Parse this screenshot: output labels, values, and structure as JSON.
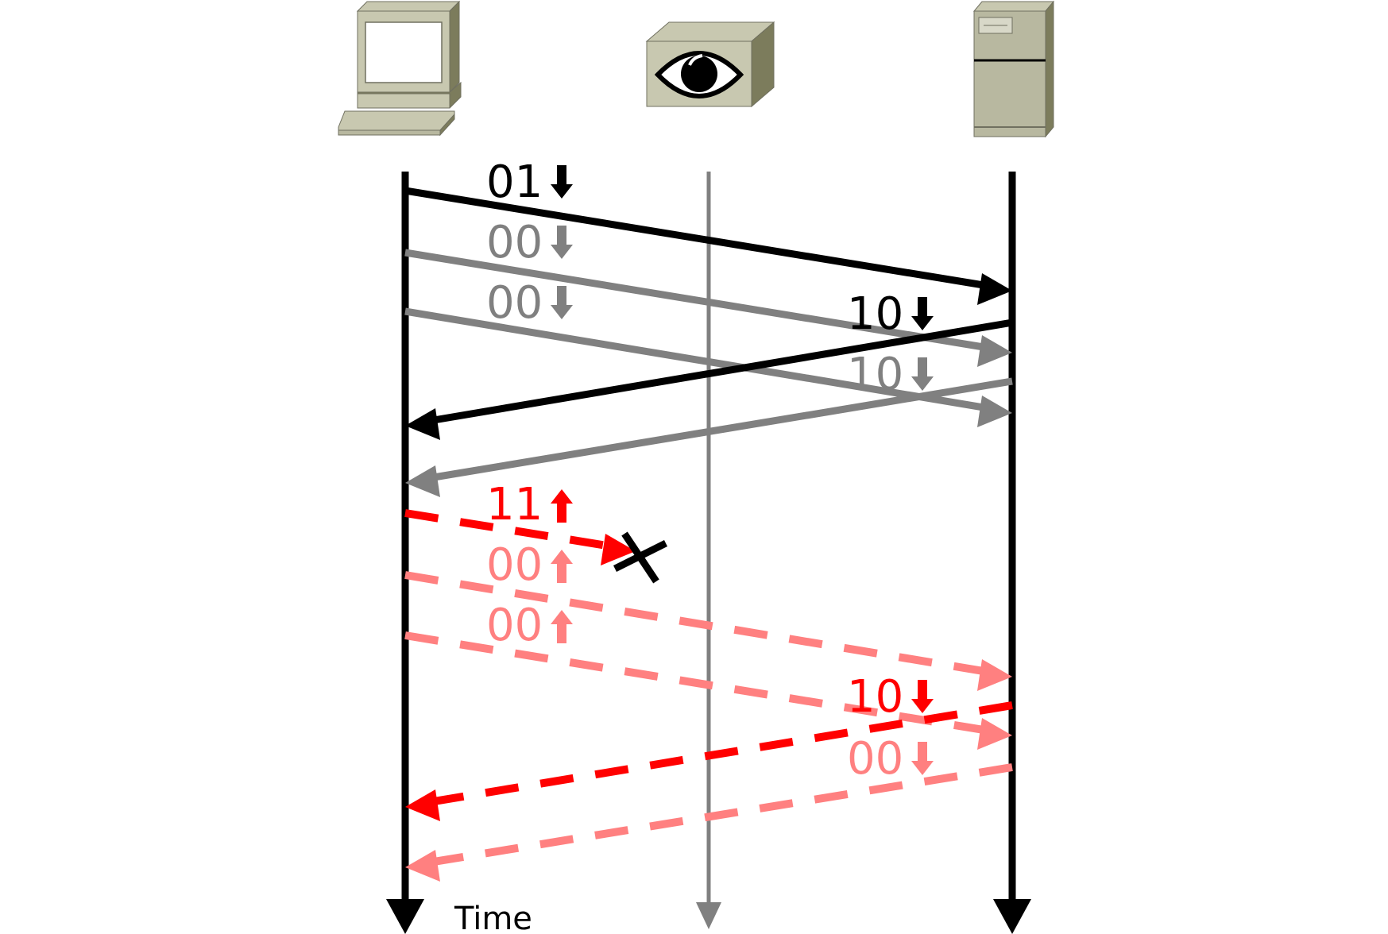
{
  "colors": {
    "black": "#000000",
    "gray": "#808080",
    "red": "#ff0000",
    "pink": "#ff8080",
    "device_body": "#c8c8b0",
    "device_side": "#7c7c5c"
  },
  "nodes": {
    "client": {
      "icon": "computer-icon"
    },
    "observer": {
      "icon": "eye-observer-icon"
    },
    "server": {
      "icon": "server-tower-icon"
    }
  },
  "time_label": "Time",
  "messages": [
    {
      "id": "m1",
      "label": "01",
      "direction_icon": "down-arrow-icon",
      "color": "black",
      "style": "solid"
    },
    {
      "id": "m2",
      "label": "00",
      "direction_icon": "down-arrow-icon",
      "color": "gray",
      "style": "solid"
    },
    {
      "id": "m3",
      "label": "00",
      "direction_icon": "down-arrow-icon",
      "color": "gray",
      "style": "solid"
    },
    {
      "id": "m4",
      "label": "10",
      "direction_icon": "down-arrow-icon",
      "color": "black",
      "style": "solid"
    },
    {
      "id": "m5",
      "label": "10",
      "direction_icon": "down-arrow-icon",
      "color": "gray",
      "style": "solid"
    },
    {
      "id": "m6",
      "label": "11",
      "direction_icon": "up-arrow-icon",
      "color": "red",
      "style": "dashed",
      "lost": true
    },
    {
      "id": "m7",
      "label": "00",
      "direction_icon": "up-arrow-icon",
      "color": "pink",
      "style": "dashed"
    },
    {
      "id": "m8",
      "label": "00",
      "direction_icon": "up-arrow-icon",
      "color": "pink",
      "style": "dashed"
    },
    {
      "id": "m9",
      "label": "10",
      "direction_icon": "down-arrow-icon",
      "color": "red",
      "style": "dashed"
    },
    {
      "id": "m10",
      "label": "00",
      "direction_icon": "down-arrow-icon",
      "color": "pink",
      "style": "dashed"
    }
  ]
}
